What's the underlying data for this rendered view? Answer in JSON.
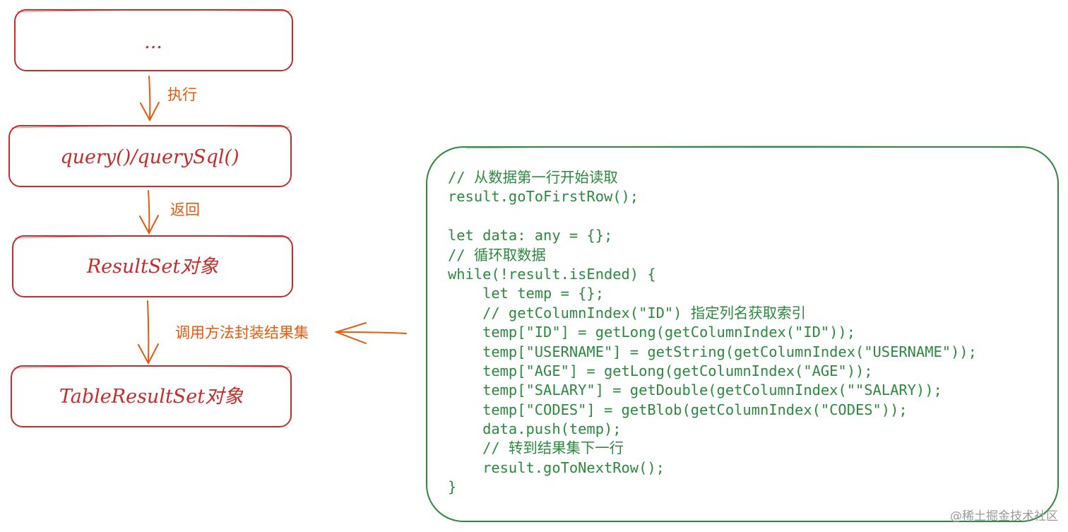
{
  "boxes": [
    {
      "id": "ellipsis",
      "label": "..."
    },
    {
      "id": "query",
      "label": "query()/querySql()"
    },
    {
      "id": "resultset",
      "label": "ResultSet对象"
    },
    {
      "id": "tableresultset",
      "label": "TableResultSet对象"
    }
  ],
  "edges": [
    {
      "from": "ellipsis",
      "to": "query",
      "label": "执行"
    },
    {
      "from": "query",
      "to": "resultset",
      "label": "返回"
    },
    {
      "from": "resultset",
      "to": "tableresultset",
      "label": "调用方法封装结果集"
    }
  ],
  "code": {
    "lines": [
      "// 从数据第一行开始读取",
      "result.goToFirstRow();",
      "",
      "let data: any = {};",
      "// 循环取数据",
      "while(!result.isEnded) {",
      "    let temp = {};",
      "    // getColumnIndex(\"ID\") 指定列名获取索引",
      "    temp[\"ID\"] = getLong(getColumnIndex(\"ID\"));",
      "    temp[\"USERNAME\"] = getString(getColumnIndex(\"USERNAME\"));",
      "    temp[\"AGE\"] = getLong(getColumnIndex(\"AGE\"));",
      "    temp[\"SALARY\"] = getDouble(getColumnIndex(\"\"SALARY));",
      "    temp[\"CODES\"] = getBlob(getColumnIndex(\"CODES\"));",
      "    data.push(temp);",
      "    // 转到结果集下一行",
      "    result.goToNextRow();",
      "}"
    ]
  },
  "watermark": "@稀土掘金技术社区",
  "colors": {
    "box_stroke": "#c92a2a",
    "arrow": "#e8590c",
    "code_panel": "#2b8a3e",
    "watermark": "#9a9a9a"
  }
}
